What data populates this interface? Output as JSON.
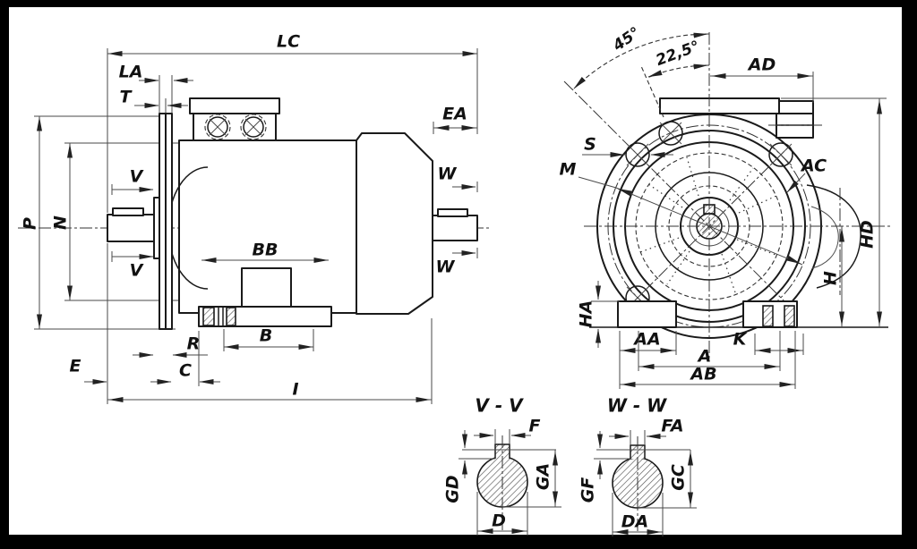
{
  "colors": {
    "frame": "#000000",
    "paper": "#ffffff",
    "object_line": "#1a1a1a",
    "dim_line": "#4a4a4a"
  },
  "labels": {
    "side": {
      "lc": "LC",
      "la": "LA",
      "t": "T",
      "p": "P",
      "n": "N",
      "v_top": "V",
      "v_bottom": "V",
      "bb": "BB",
      "b": "B",
      "r": "R",
      "c": "C",
      "e": "E",
      "i": "I",
      "ea": "EA",
      "w_top": "W",
      "w_bottom": "W"
    },
    "front": {
      "angle_45": "45°",
      "angle_22_5": "22,5°",
      "ad": "AD",
      "s": "S",
      "m": "M",
      "ac": "AC",
      "hd": "HD",
      "h": "H",
      "ha": "HA",
      "aa": "AA",
      "k": "K",
      "a": "A",
      "ab": "AB"
    },
    "section_v": {
      "title": "V - V",
      "f": "F",
      "gd": "GD",
      "ga": "GA",
      "d": "D"
    },
    "section_w": {
      "title": "W - W",
      "fa": "FA",
      "gf": "GF",
      "gc": "GC",
      "da": "DA"
    }
  }
}
